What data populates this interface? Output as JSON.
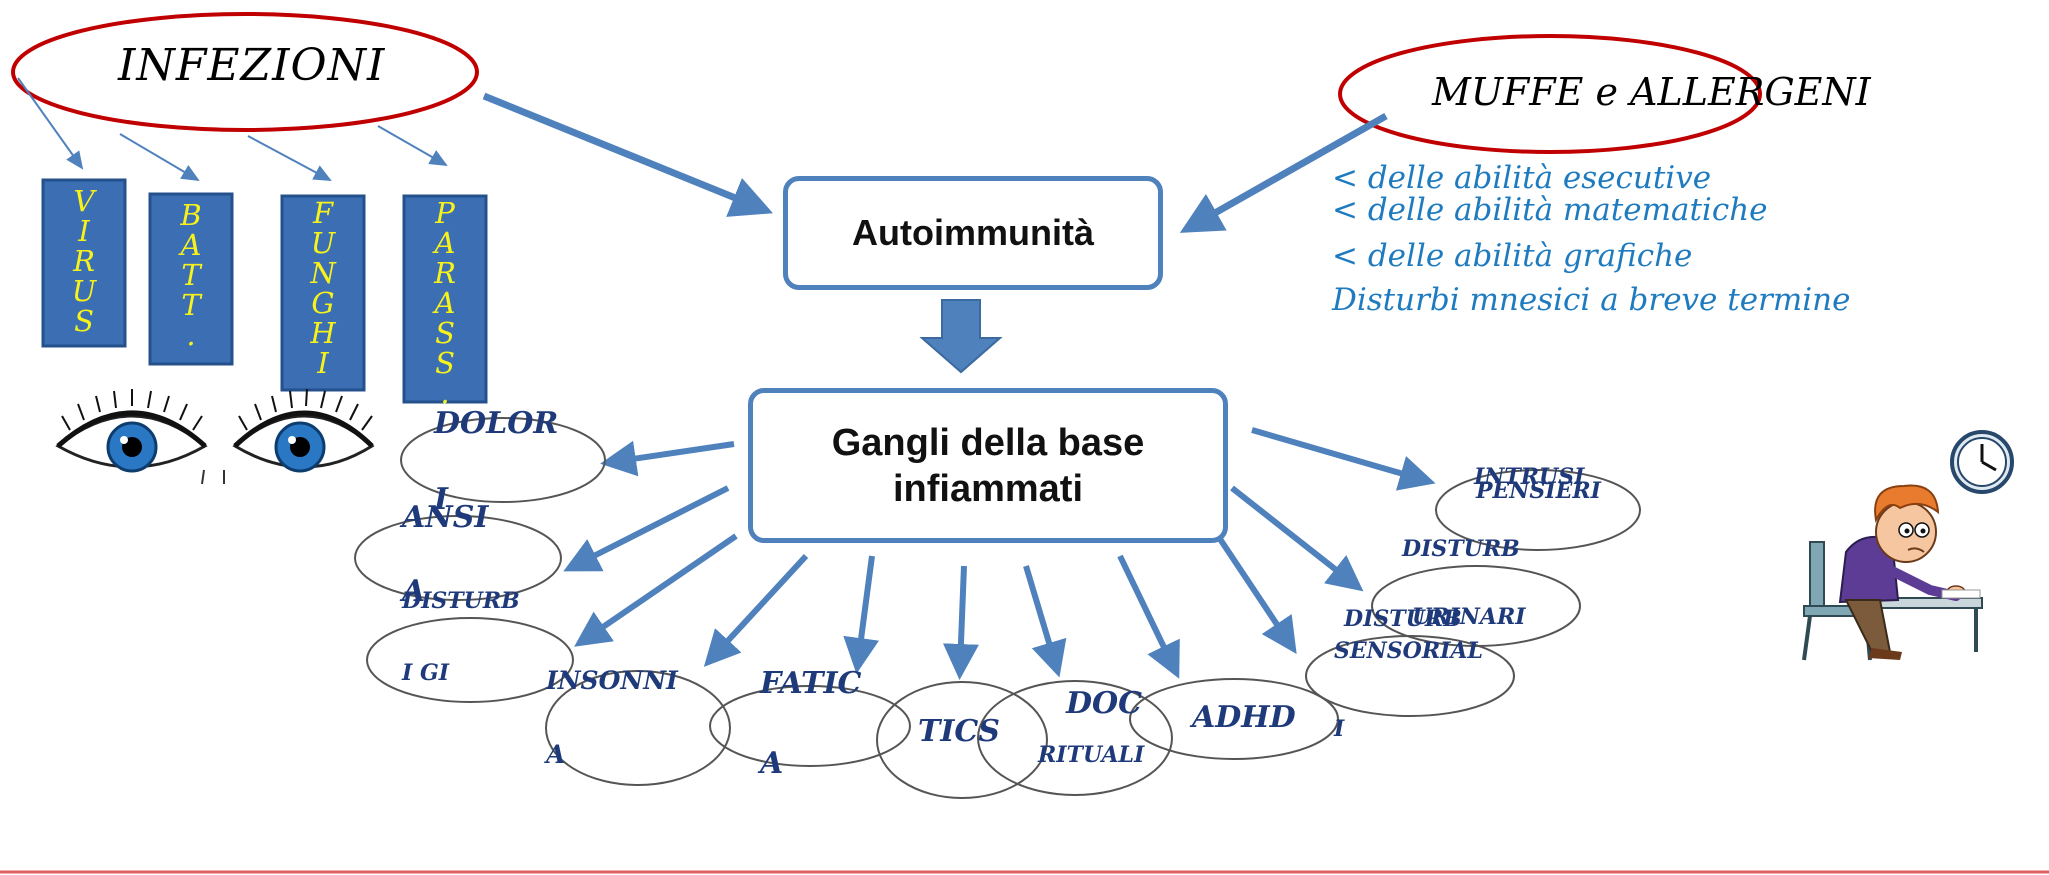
{
  "infections": {
    "title": "INFEZIONI",
    "pillars": [
      {
        "letters": [
          "V",
          "I",
          "R",
          "U",
          "S"
        ]
      },
      {
        "letters": [
          "B",
          "A",
          "T",
          "T",
          "."
        ]
      },
      {
        "letters": [
          "F",
          "U",
          "N",
          "G",
          "H",
          "I"
        ]
      },
      {
        "letters": [
          "P",
          "A",
          "R",
          "A",
          "S",
          "S",
          "."
        ]
      }
    ]
  },
  "molds": {
    "title": "MUFFE e ALLERGENI",
    "deficits": [
      "< delle abilità esecutive",
      "< delle abilità matematiche",
      "< delle abilità grafiche",
      "Disturbi mnesici a breve termine"
    ]
  },
  "center": {
    "autoimmunity": "Autoimmunità",
    "ganglia_line1": "Gangli della base",
    "ganglia_line2": "infiammati"
  },
  "symptoms": {
    "dolori": [
      "DOLOR",
      "I"
    ],
    "ansia": [
      "ANSI",
      "A"
    ],
    "disturbi_gi": [
      "DISTURB",
      "I GI"
    ],
    "insonnia": [
      "INSONNI",
      "A"
    ],
    "fatica": [
      "FATIC",
      "A"
    ],
    "tics": "TICS",
    "doc": [
      "DOC",
      "RITUALI"
    ],
    "adhd": "ADHD",
    "disturbi_sensoriali": [
      "DISTURB",
      "SENSORIAL",
      "I"
    ],
    "disturbi_urinari": [
      "DISTURB",
      "URINARI"
    ],
    "pensieri_intrusivi": [
      "INTRUSI",
      "PENSIERI"
    ]
  },
  "colors": {
    "arrow": "#4f81bd",
    "oval_red": "#c00000",
    "pillar": "#3c6eb4",
    "pillar_text": "#f7f21a",
    "deficit_text": "#1f7bc0",
    "symptom_text": "#1f3a7a"
  }
}
